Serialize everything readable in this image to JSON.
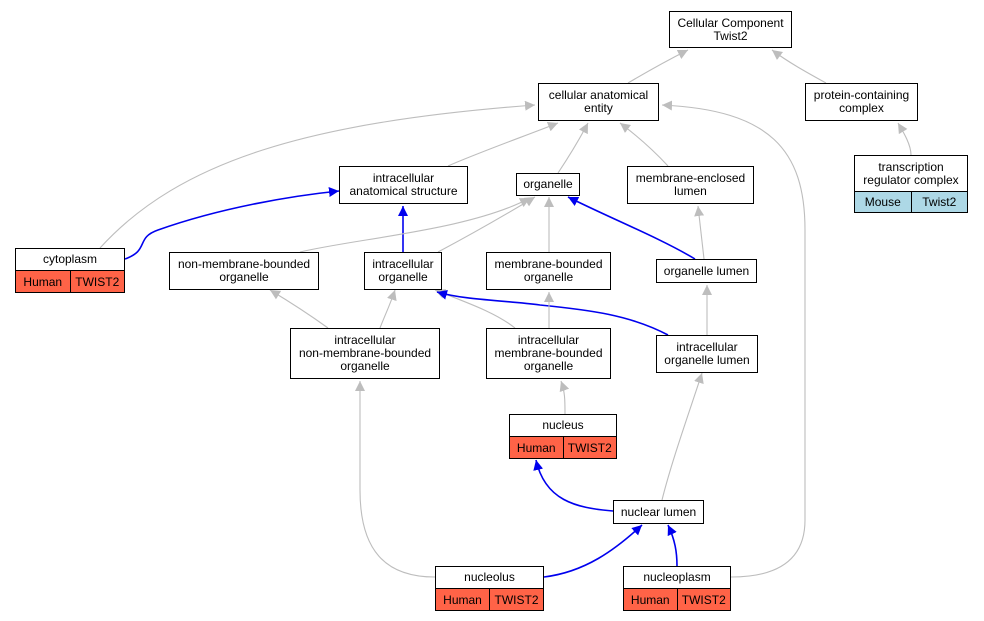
{
  "colors": {
    "edge_default": "#bdbdbd",
    "edge_highlight": "#0000ee",
    "human_annotation": "#ff6347",
    "mouse_annotation": "#add8e6",
    "node_border": "#000000",
    "node_fill": "#ffffff"
  },
  "nodes": {
    "root": {
      "lines": [
        "Cellular Component",
        "Twist2"
      ]
    },
    "cellular_anatomical_entity": {
      "lines": [
        "cellular anatomical",
        "entity"
      ]
    },
    "protein_containing_complex": {
      "lines": [
        "protein-containing",
        "complex"
      ]
    },
    "transcription_regulator_complex": {
      "lines": [
        "transcription",
        "regulator complex"
      ],
      "annotation": {
        "species": "Mouse",
        "gene": "Twist2"
      }
    },
    "intracellular_anatomical_structure": {
      "lines": [
        "intracellular",
        "anatomical structure"
      ]
    },
    "organelle": {
      "lines": [
        "organelle"
      ]
    },
    "membrane_enclosed_lumen": {
      "lines": [
        "membrane-enclosed",
        "lumen"
      ]
    },
    "cytoplasm": {
      "lines": [
        "cytoplasm"
      ],
      "annotation": {
        "species": "Human",
        "gene": "TWIST2"
      }
    },
    "non_membrane_bounded_organelle": {
      "lines": [
        "non-membrane-bounded",
        "organelle"
      ]
    },
    "intracellular_organelle": {
      "lines": [
        "intracellular",
        "organelle"
      ]
    },
    "membrane_bounded_organelle": {
      "lines": [
        "membrane-bounded",
        "organelle"
      ]
    },
    "organelle_lumen": {
      "lines": [
        "organelle lumen"
      ]
    },
    "intracellular_non_membrane_bounded_organelle": {
      "lines": [
        "intracellular",
        "non-membrane-bounded",
        "organelle"
      ]
    },
    "intracellular_membrane_bounded_organelle": {
      "lines": [
        "intracellular",
        "membrane-bounded",
        "organelle"
      ]
    },
    "intracellular_organelle_lumen": {
      "lines": [
        "intracellular",
        "organelle lumen"
      ]
    },
    "nucleus": {
      "lines": [
        "nucleus"
      ],
      "annotation": {
        "species": "Human",
        "gene": "TWIST2"
      }
    },
    "nuclear_lumen": {
      "lines": [
        "nuclear lumen"
      ]
    },
    "nucleolus": {
      "lines": [
        "nucleolus"
      ],
      "annotation": {
        "species": "Human",
        "gene": "TWIST2"
      }
    },
    "nucleoplasm": {
      "lines": [
        "nucleoplasm"
      ],
      "annotation": {
        "species": "Human",
        "gene": "TWIST2"
      }
    }
  },
  "edges": [
    {
      "from": "cellular_anatomical_entity",
      "to": "root",
      "highlight": false
    },
    {
      "from": "protein_containing_complex",
      "to": "root",
      "highlight": false
    },
    {
      "from": "transcription_regulator_complex",
      "to": "protein_containing_complex",
      "highlight": false
    },
    {
      "from": "intracellular_anatomical_structure",
      "to": "cellular_anatomical_entity",
      "highlight": false
    },
    {
      "from": "organelle",
      "to": "cellular_anatomical_entity",
      "highlight": false
    },
    {
      "from": "membrane_enclosed_lumen",
      "to": "cellular_anatomical_entity",
      "highlight": false
    },
    {
      "from": "cytoplasm",
      "to": "cellular_anatomical_entity",
      "highlight": false
    },
    {
      "from": "nucleoplasm",
      "to": "cellular_anatomical_entity",
      "highlight": false
    },
    {
      "from": "cytoplasm",
      "to": "intracellular_anatomical_structure",
      "highlight": true
    },
    {
      "from": "intracellular_organelle",
      "to": "intracellular_anatomical_structure",
      "highlight": true
    },
    {
      "from": "non_membrane_bounded_organelle",
      "to": "organelle",
      "highlight": false
    },
    {
      "from": "intracellular_organelle",
      "to": "organelle",
      "highlight": false
    },
    {
      "from": "membrane_bounded_organelle",
      "to": "organelle",
      "highlight": false
    },
    {
      "from": "organelle_lumen",
      "to": "organelle",
      "highlight": true
    },
    {
      "from": "organelle_lumen",
      "to": "membrane_enclosed_lumen",
      "highlight": false
    },
    {
      "from": "intracellular_non_membrane_bounded_organelle",
      "to": "non_membrane_bounded_organelle",
      "highlight": false
    },
    {
      "from": "intracellular_non_membrane_bounded_organelle",
      "to": "intracellular_organelle",
      "highlight": false
    },
    {
      "from": "intracellular_membrane_bounded_organelle",
      "to": "intracellular_organelle",
      "highlight": false
    },
    {
      "from": "intracellular_organelle_lumen",
      "to": "intracellular_organelle",
      "highlight": true
    },
    {
      "from": "intracellular_membrane_bounded_organelle",
      "to": "membrane_bounded_organelle",
      "highlight": false
    },
    {
      "from": "intracellular_organelle_lumen",
      "to": "organelle_lumen",
      "highlight": false
    },
    {
      "from": "nucleus",
      "to": "intracellular_membrane_bounded_organelle",
      "highlight": false
    },
    {
      "from": "nuclear_lumen",
      "to": "nucleus",
      "highlight": true
    },
    {
      "from": "nuclear_lumen",
      "to": "intracellular_organelle_lumen",
      "highlight": false
    },
    {
      "from": "nucleolus",
      "to": "intracellular_non_membrane_bounded_organelle",
      "highlight": false
    },
    {
      "from": "nucleolus",
      "to": "nuclear_lumen",
      "highlight": true
    },
    {
      "from": "nucleoplasm",
      "to": "nuclear_lumen",
      "highlight": true
    }
  ]
}
